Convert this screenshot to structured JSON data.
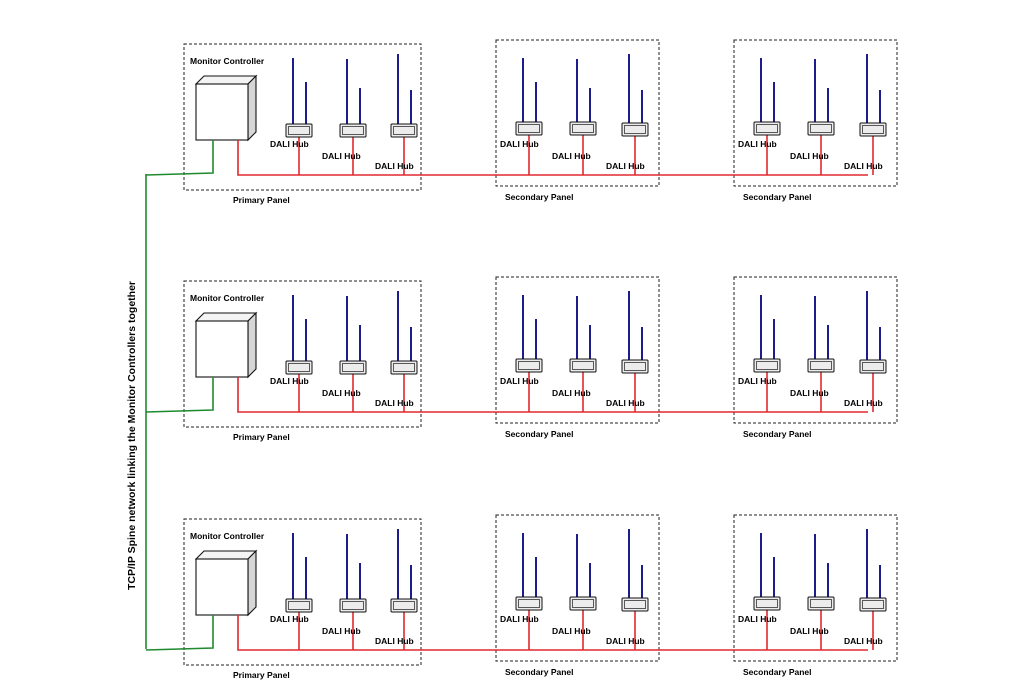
{
  "diagram": {
    "spine_label": "TCP/IP Spine network linking the Monitor Controllers together",
    "rows": [
      {
        "controller_label": "Monitor Controller",
        "panels": [
          {
            "label": "Primary Panel",
            "hubs": [
              {
                "label": "DALI Hub"
              },
              {
                "label": "DALI Hub"
              },
              {
                "label": "DALI Hub"
              }
            ]
          },
          {
            "label": "Secondary Panel",
            "hubs": [
              {
                "label": "DALI Hub"
              },
              {
                "label": "DALI Hub"
              },
              {
                "label": "DALI Hub"
              }
            ]
          },
          {
            "label": "Secondary Panel",
            "hubs": [
              {
                "label": "DALI Hub"
              },
              {
                "label": "DALI Hub"
              },
              {
                "label": "DALI Hub"
              }
            ]
          }
        ]
      },
      {
        "controller_label": "Monitor Controller",
        "panels": [
          {
            "label": "Primary Panel",
            "hubs": [
              {
                "label": "DALI Hub"
              },
              {
                "label": "DALI Hub"
              },
              {
                "label": "DALI Hub"
              }
            ]
          },
          {
            "label": "Secondary Panel",
            "hubs": [
              {
                "label": "DALI Hub"
              },
              {
                "label": "DALI Hub"
              },
              {
                "label": "DALI Hub"
              }
            ]
          },
          {
            "label": "Secondary Panel",
            "hubs": [
              {
                "label": "DALI Hub"
              },
              {
                "label": "DALI Hub"
              },
              {
                "label": "DALI Hub"
              }
            ]
          }
        ]
      },
      {
        "controller_label": "Monitor Controller",
        "panels": [
          {
            "label": "Primary Panel",
            "hubs": [
              {
                "label": "DALI Hub"
              },
              {
                "label": "DALI Hub"
              },
              {
                "label": "DALI Hub"
              }
            ]
          },
          {
            "label": "Secondary Panel",
            "hubs": [
              {
                "label": "DALI Hub"
              },
              {
                "label": "DALI Hub"
              },
              {
                "label": "DALI Hub"
              }
            ]
          },
          {
            "label": "Secondary Panel",
            "hubs": [
              {
                "label": "DALI Hub"
              },
              {
                "label": "DALI Hub"
              },
              {
                "label": "DALI Hub"
              }
            ]
          }
        ]
      }
    ],
    "colors": {
      "spine_wire": "#1f8a2e",
      "panel_wire": "#e0282e",
      "dali_line": "#1c1c8c",
      "panel_border": "#222222"
    }
  }
}
